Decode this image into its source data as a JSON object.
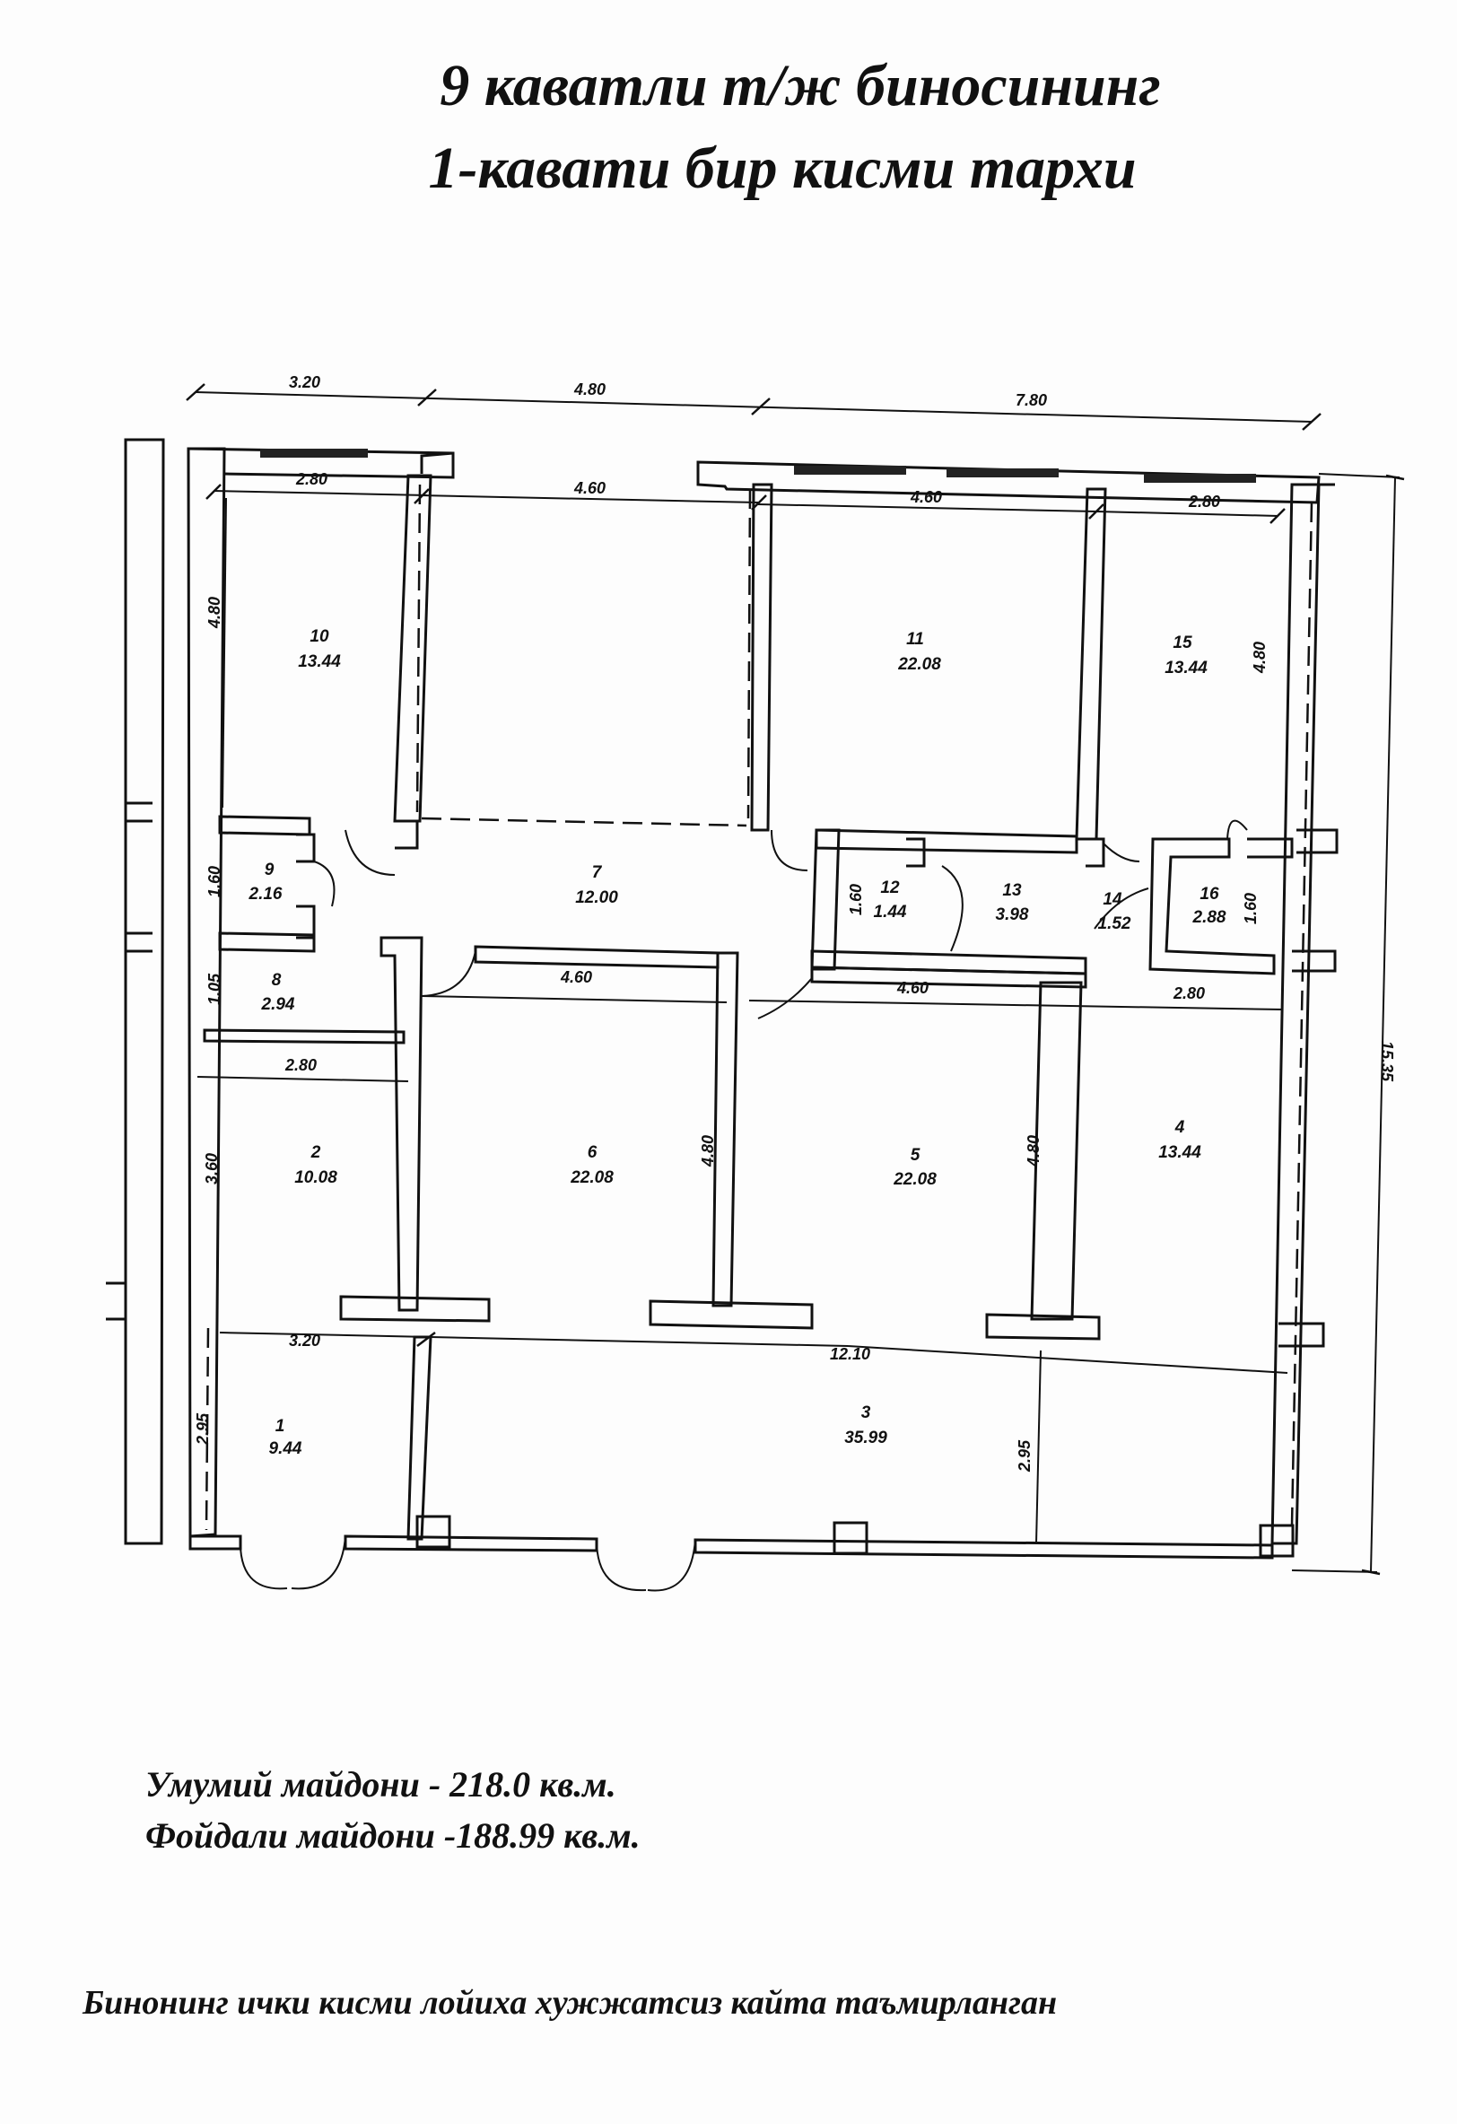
{
  "title": {
    "line1": "9 каватли т/ж биносининг",
    "line2": "1-кавати бир кисми тархи"
  },
  "dimensions": {
    "top_outer": [
      "3.20",
      "4.80",
      "7.80"
    ],
    "top_inner": [
      "2.80",
      "4.60",
      "4.60",
      "2.80"
    ],
    "right_total": "15.35",
    "left_heights": [
      "4.80",
      "1.60",
      "1.05",
      "3.60",
      "2.95"
    ],
    "mid_widths": [
      "4.60",
      "4.60",
      "2.80",
      "2.80"
    ],
    "bottom_widths": [
      "3.20",
      "12.10"
    ],
    "vertical_inner": [
      "4.80",
      "4.80",
      "4.80",
      "1.60",
      "1.60",
      "2.95"
    ]
  },
  "rooms": [
    {
      "num": "1",
      "area": "9.44"
    },
    {
      "num": "2",
      "area": "10.08"
    },
    {
      "num": "3",
      "area": "35.99"
    },
    {
      "num": "4",
      "area": "13.44"
    },
    {
      "num": "5",
      "area": "22.08"
    },
    {
      "num": "6",
      "area": "22.08"
    },
    {
      "num": "7",
      "area": "12.00"
    },
    {
      "num": "8",
      "area": "2.94"
    },
    {
      "num": "9",
      "area": "2.16"
    },
    {
      "num": "10",
      "area": "13.44"
    },
    {
      "num": "11",
      "area": "22.08"
    },
    {
      "num": "12",
      "area": "1.44"
    },
    {
      "num": "13",
      "area": "3.98"
    },
    {
      "num": "14",
      "area": "1.52"
    },
    {
      "num": "15",
      "area": "13.44"
    },
    {
      "num": "16",
      "area": "2.88"
    }
  ],
  "summary": {
    "total_area": "Умумий майдони - 218.0 кв.м.",
    "useful_area": "Фойдали майдони -188.99 кв.м."
  },
  "footnote": "Бинонинг ички кисми лойиха хужжатсиз кайта таъмирланган"
}
